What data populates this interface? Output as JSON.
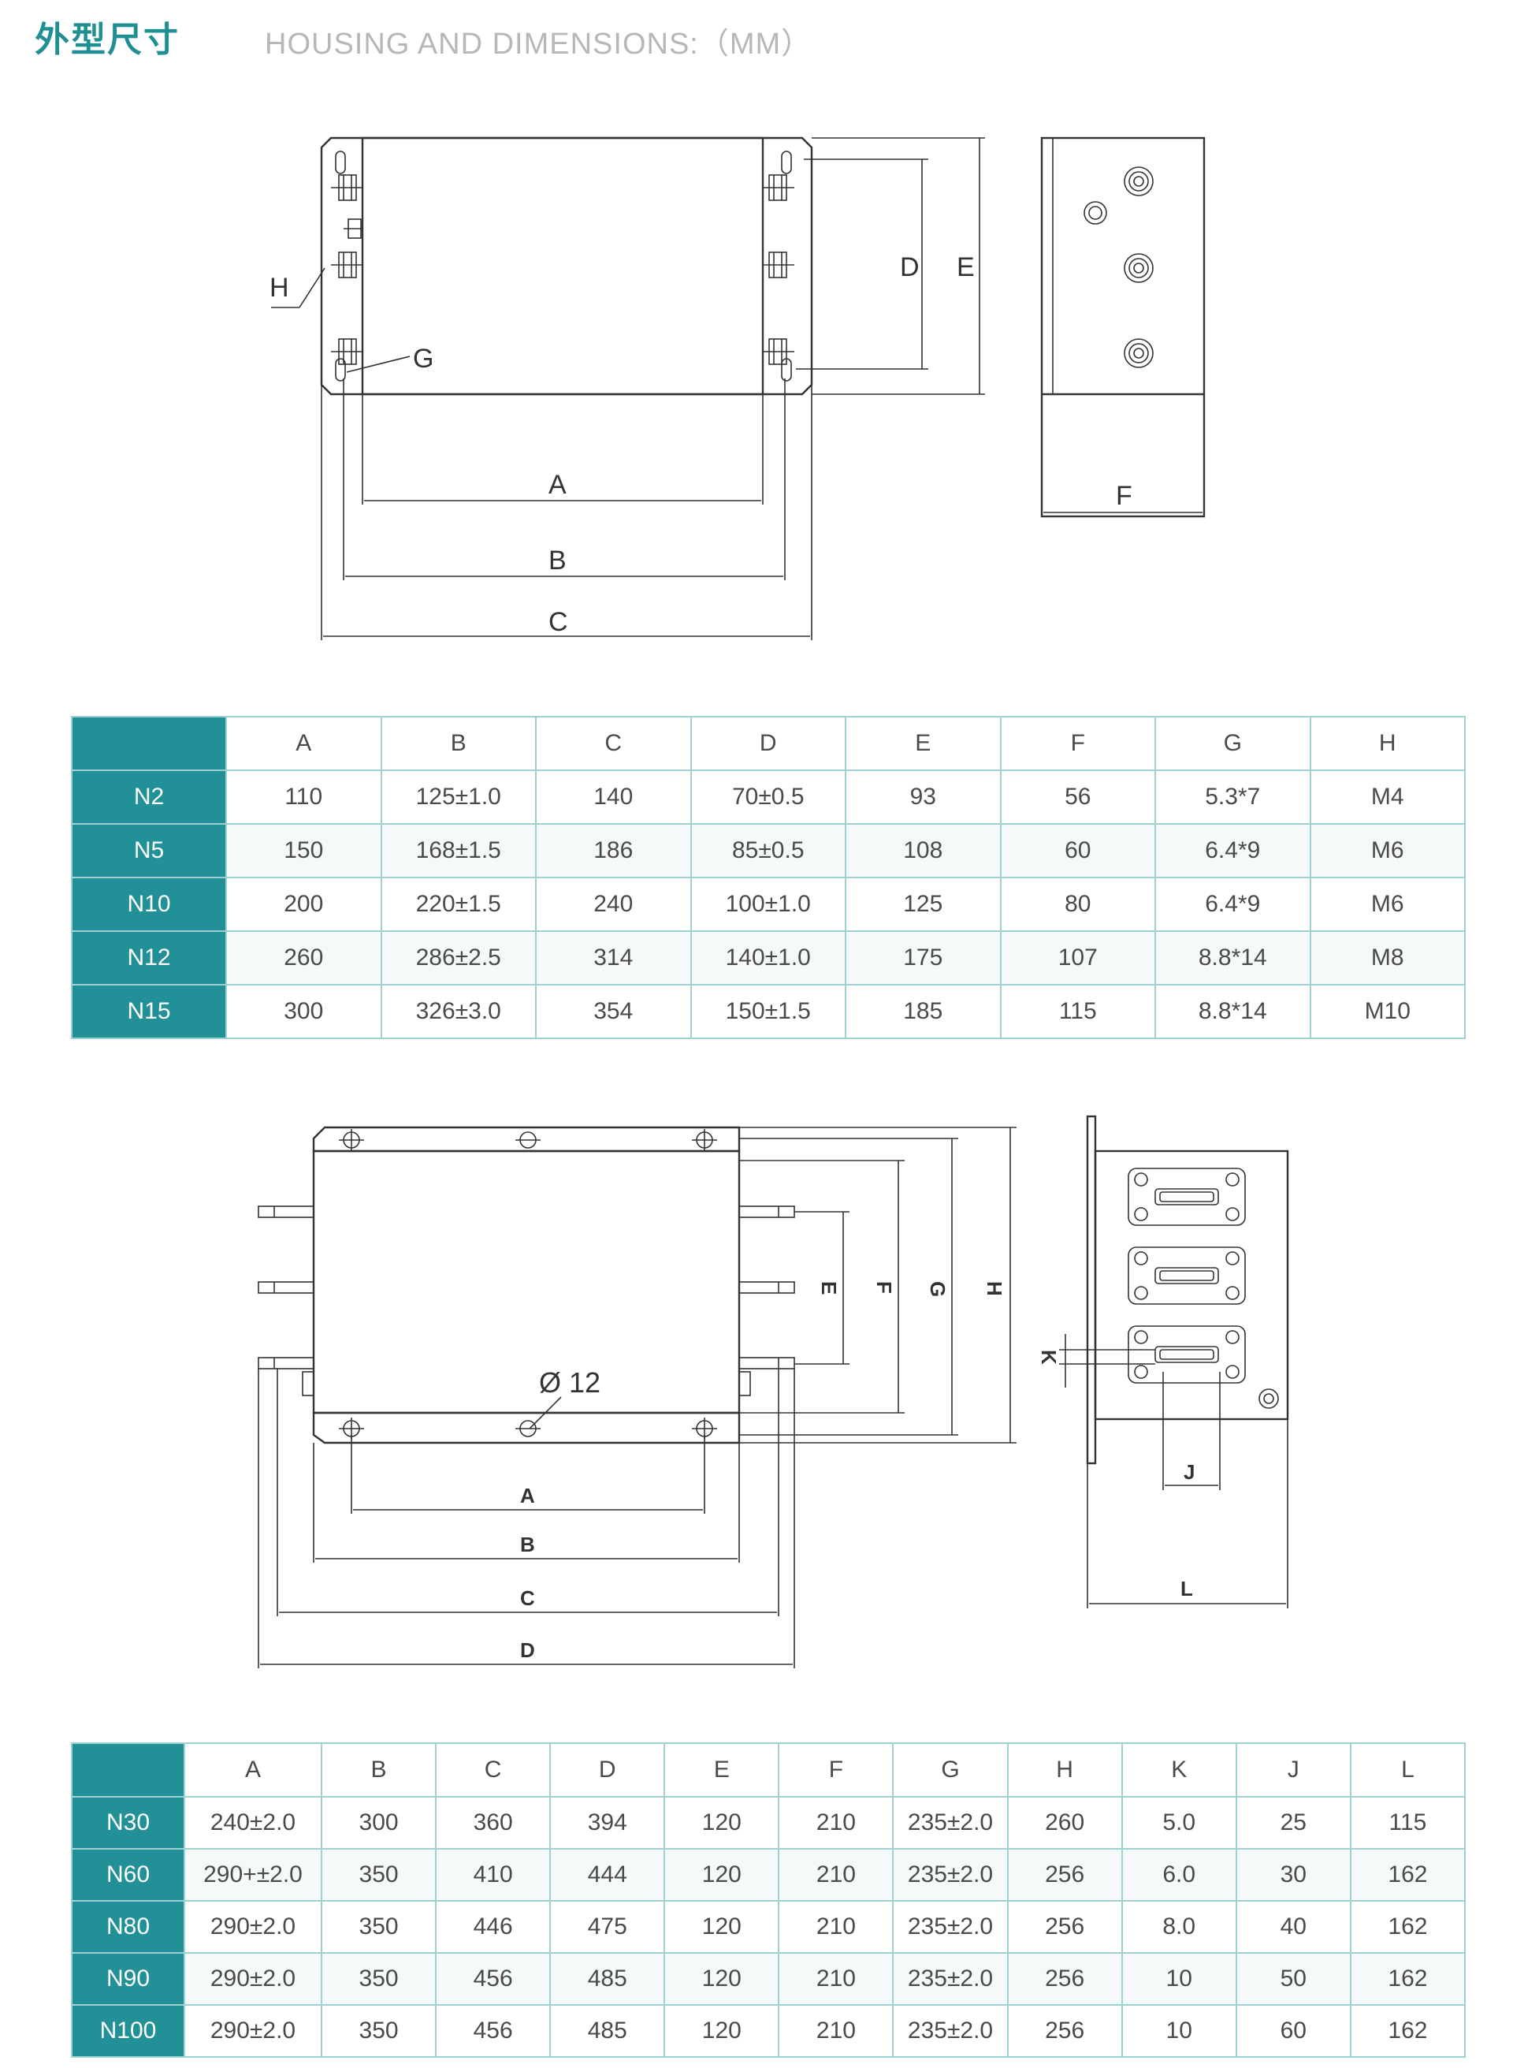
{
  "header": {
    "title_cn": "外型尺寸",
    "title_en": "HOUSING AND DIMENSIONS:（MM）"
  },
  "drawing1": {
    "labels": {
      "a": "A",
      "b": "B",
      "c": "C",
      "d": "D",
      "e": "E",
      "f": "F",
      "g": "G",
      "h": "H"
    }
  },
  "table1": {
    "headers": [
      "A",
      "B",
      "C",
      "D",
      "E",
      "F",
      "G",
      "H"
    ],
    "rows": [
      {
        "model": "N2",
        "cells": [
          "110",
          "125±1.0",
          "140",
          "70±0.5",
          "93",
          "56",
          "5.3*7",
          "M4"
        ]
      },
      {
        "model": "N5",
        "cells": [
          "150",
          "168±1.5",
          "186",
          "85±0.5",
          "108",
          "60",
          "6.4*9",
          "M6"
        ]
      },
      {
        "model": "N10",
        "cells": [
          "200",
          "220±1.5",
          "240",
          "100±1.0",
          "125",
          "80",
          "6.4*9",
          "M6"
        ]
      },
      {
        "model": "N12",
        "cells": [
          "260",
          "286±2.5",
          "314",
          "140±1.0",
          "175",
          "107",
          "8.8*14",
          "M8"
        ]
      },
      {
        "model": "N15",
        "cells": [
          "300",
          "326±3.0",
          "354",
          "150±1.5",
          "185",
          "115",
          "8.8*14",
          "M10"
        ]
      }
    ]
  },
  "drawing2": {
    "labels": {
      "a": "A",
      "b": "B",
      "c": "C",
      "d": "D",
      "e": "E",
      "f": "F",
      "g": "G",
      "h": "H",
      "k": "K",
      "j": "J",
      "l": "L"
    },
    "hole": "Ø 12"
  },
  "table2": {
    "headers": [
      "A",
      "B",
      "C",
      "D",
      "E",
      "F",
      "G",
      "H",
      "K",
      "J",
      "L"
    ],
    "rows": [
      {
        "model": "N30",
        "cells": [
          "240±2.0",
          "300",
          "360",
          "394",
          "120",
          "210",
          "235±2.0",
          "260",
          "5.0",
          "25",
          "115"
        ]
      },
      {
        "model": "N60",
        "cells": [
          "290+±2.0",
          "350",
          "410",
          "444",
          "120",
          "210",
          "235±2.0",
          "256",
          "6.0",
          "30",
          "162"
        ]
      },
      {
        "model": "N80",
        "cells": [
          "290±2.0",
          "350",
          "446",
          "475",
          "120",
          "210",
          "235±2.0",
          "256",
          "8.0",
          "40",
          "162"
        ]
      },
      {
        "model": "N90",
        "cells": [
          "290±2.0",
          "350",
          "456",
          "485",
          "120",
          "210",
          "235±2.0",
          "256",
          "10",
          "50",
          "162"
        ]
      },
      {
        "model": "N100",
        "cells": [
          "290±2.0",
          "350",
          "456",
          "485",
          "120",
          "210",
          "235±2.0",
          "256",
          "10",
          "60",
          "162"
        ]
      }
    ]
  }
}
